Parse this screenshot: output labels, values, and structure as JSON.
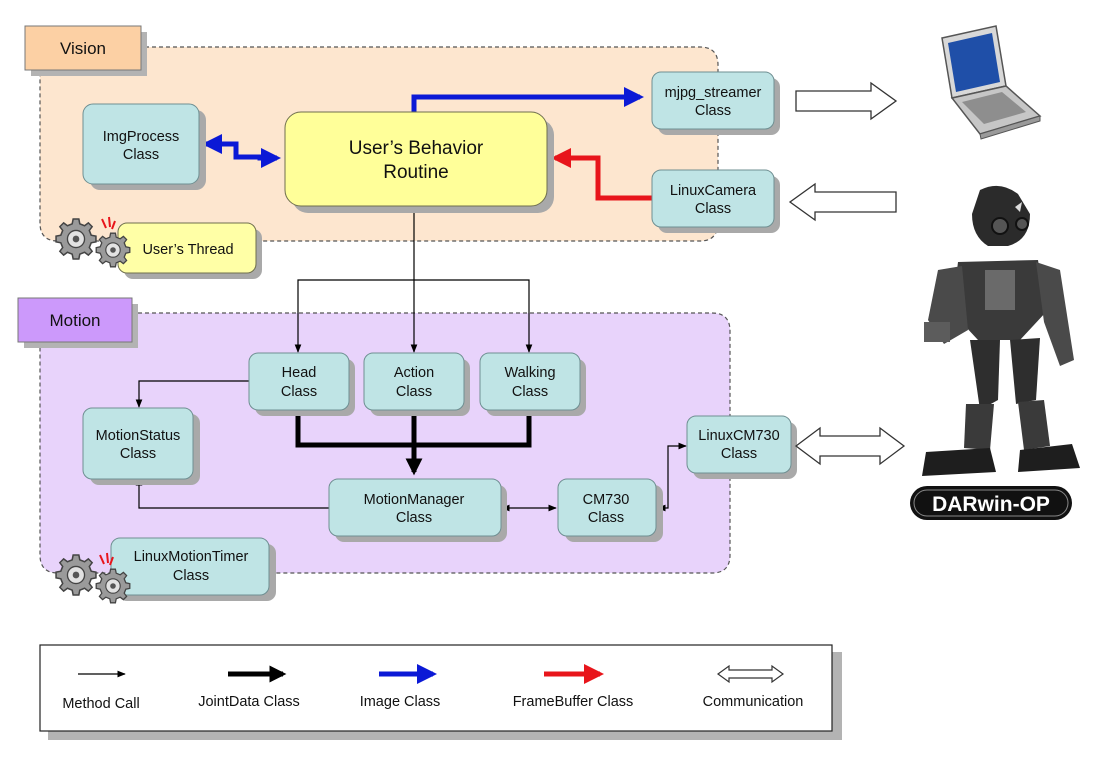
{
  "groups": {
    "vision": "Vision",
    "motion": "Motion"
  },
  "nodes": {
    "imgprocess": [
      "ImgProcess",
      "Class"
    ],
    "behavior": [
      "User’s Behavior",
      "Routine"
    ],
    "mjpg": [
      "mjpg_streamer",
      "Class"
    ],
    "linuxcamera": [
      "LinuxCamera",
      "Class"
    ],
    "users_thread": [
      "User’s Thread"
    ],
    "head": [
      "Head",
      "Class"
    ],
    "action": [
      "Action",
      "Class"
    ],
    "walking": [
      "Walking",
      "Class"
    ],
    "motionstatus": [
      "MotionStatus",
      "Class"
    ],
    "linuxcm730": [
      "LinuxCM730",
      "Class"
    ],
    "motionmanager": [
      "MotionManager",
      "Class"
    ],
    "cm730": [
      "CM730",
      "Class"
    ],
    "linuxmotiontimer": [
      "LinuxMotionTimer",
      "Class"
    ]
  },
  "legend": {
    "method_call": "Method Call",
    "jointdata": "JointData Class",
    "image": "Image Class",
    "framebuffer": "FrameBuffer Class",
    "communication": "Communication"
  },
  "robot_logo": "DARwin-OP",
  "icons": [
    "gears-icon",
    "laptop-icon",
    "robot-icon",
    "hollow-arrow-icon"
  ],
  "colors": {
    "vision_fill": "#fde6cf",
    "motion_fill": "#e8d3fb",
    "vision_tag": "#fcd0a4",
    "motion_tag": "#cc99fb",
    "class_box": "#bfe4e5",
    "routine_box": "#ffff99",
    "thread_box": "#ffffa6",
    "image_arrow": "#0b19d6",
    "framebuffer_arrow": "#e8151b",
    "jointdata_arrow": "#000000"
  }
}
